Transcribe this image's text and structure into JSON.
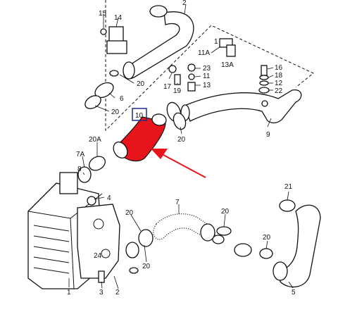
{
  "callouts": [
    {
      "label": "15"
    },
    {
      "label": "14"
    },
    {
      "label": "2"
    },
    {
      "label": "1"
    },
    {
      "label": "11A"
    },
    {
      "label": "13A"
    },
    {
      "label": "23"
    },
    {
      "label": "11"
    },
    {
      "label": "13"
    },
    {
      "label": "16"
    },
    {
      "label": "18"
    },
    {
      "label": "12"
    },
    {
      "label": "22"
    },
    {
      "label": "17"
    },
    {
      "label": "19"
    },
    {
      "label": "20"
    },
    {
      "label": "6"
    },
    {
      "label": "20"
    },
    {
      "label": "10"
    },
    {
      "label": "20"
    },
    {
      "label": "9"
    },
    {
      "label": "20A"
    },
    {
      "label": "7A"
    },
    {
      "label": "8"
    },
    {
      "label": "4"
    },
    {
      "label": "7"
    },
    {
      "label": "20"
    },
    {
      "label": "21"
    },
    {
      "label": "20"
    },
    {
      "label": "20"
    },
    {
      "label": "24"
    },
    {
      "label": "20"
    },
    {
      "label": "1"
    },
    {
      "label": "3"
    },
    {
      "label": "2"
    },
    {
      "label": "5"
    }
  ],
  "highlight": {
    "label": "10",
    "color": "#e8141b",
    "box_color": "#1a2a8c",
    "arrow_color": "#e8141b"
  }
}
